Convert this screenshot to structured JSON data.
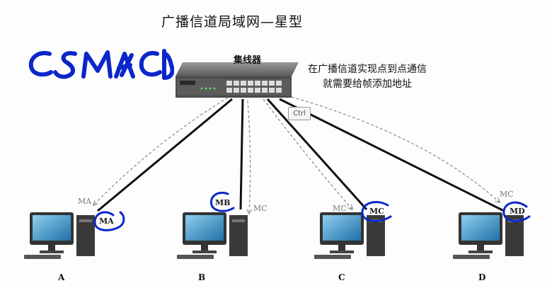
{
  "title": "广播信道局域网—星型",
  "hub": {
    "label": "集线器"
  },
  "note": {
    "line1": "在广播信道实现点到点通信",
    "line2": "就需要给帧添加地址"
  },
  "ctrl_badge": "Ctrl",
  "handwriting": "CSMA/CD",
  "pcs": [
    {
      "label": "A",
      "address": "MA",
      "faint": "MA"
    },
    {
      "label": "B",
      "address": "MB",
      "faint": "MC"
    },
    {
      "label": "C",
      "address": "MC",
      "faint": "MC"
    },
    {
      "label": "D",
      "address": "MD",
      "faint": "MC"
    }
  ],
  "colors": {
    "ink": "#0a27c9",
    "line": "#111111",
    "dashed": "#888888"
  }
}
